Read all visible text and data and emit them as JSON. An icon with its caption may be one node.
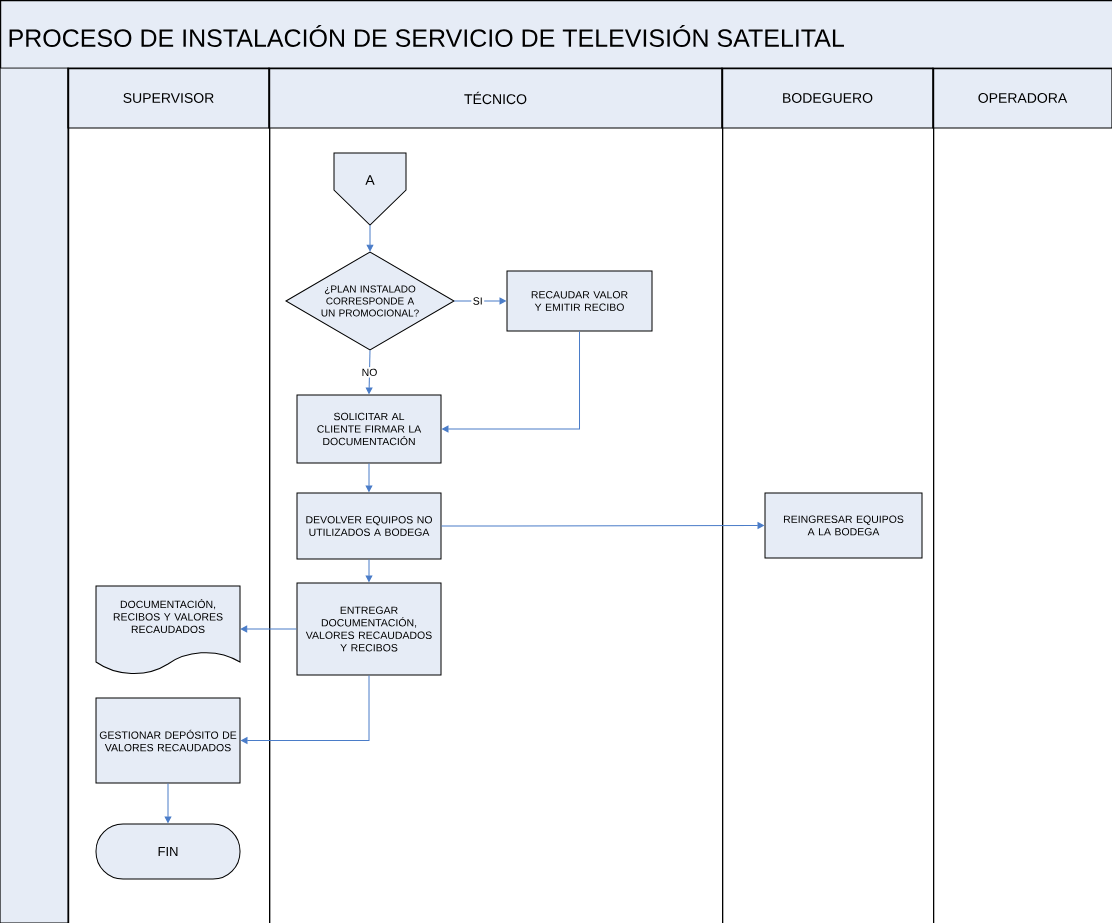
{
  "diagram": {
    "title": "PROCESO DE INSTALACIÓN DE SERVICIO DE TELEVISIÓN SATELITAL",
    "nodes": [
      {
        "text": [
          "SUPERVISOR"
        ]
      },
      {
        "text": [
          "TÉCNICO"
        ]
      },
      {
        "text": [
          "BODEGUERO"
        ]
      },
      {
        "text": [
          "OPERADORA"
        ]
      },
      {
        "text": [
          "A"
        ],
        "in": 1
      },
      {
        "text": [
          "¿PLAN INSTALADO CORRESPONDE A UN PROMOCIONAL?"
        ],
        "in": 1
      },
      {
        "text": [
          "RECAUDAR VALOR Y EMITIR RECIBO"
        ],
        "in": 1
      },
      {
        "text": [
          "SOLICITAR AL CLIENTE FIRMAR LA DOCUMENTACIÓN"
        ],
        "in": 1
      },
      {
        "text": [
          "DEVOLVER EQUIPOS NO UTILIZADOS A BODEGA"
        ],
        "in": 1
      },
      {
        "text": [
          "REINGRESAR EQUIPOS A LA BODEGA"
        ],
        "in": 2
      },
      {
        "text": [
          "ENTREGAR DOCUMENTACIÓN, VALORES RECAUDADOS Y RECIBOS"
        ],
        "in": 1
      },
      {
        "text": [
          "DOCUMENTACIÓN, RECIBOS Y VALORES RECAUDADOS"
        ],
        "in": 0
      },
      {
        "text": [
          "GESTIONAR DEPÓSITO DE VALORES RECAUDADOS"
        ],
        "in": 0
      },
      {
        "text": [
          "FIN"
        ],
        "in": 0
      }
    ],
    "edges": [
      {
        "from": 4,
        "to": 5,
        "arrow": "to"
      },
      {
        "from": 5,
        "to": 6,
        "arrow": "to",
        "label": "SI"
      },
      {
        "from": 5,
        "to": 7,
        "arrow": "to",
        "label": "NO"
      },
      {
        "from": 6,
        "to": 7,
        "arrow": "to"
      },
      {
        "from": 7,
        "to": 8,
        "arrow": "to"
      },
      {
        "from": 8,
        "to": 9,
        "arrow": "to"
      },
      {
        "from": 8,
        "to": 10,
        "arrow": "to"
      },
      {
        "from": 10,
        "to": 11,
        "arrow": "to"
      },
      {
        "from": 10,
        "to": 12,
        "arrow": "to"
      },
      {
        "from": 12,
        "to": 13,
        "arrow": "to"
      }
    ]
  }
}
